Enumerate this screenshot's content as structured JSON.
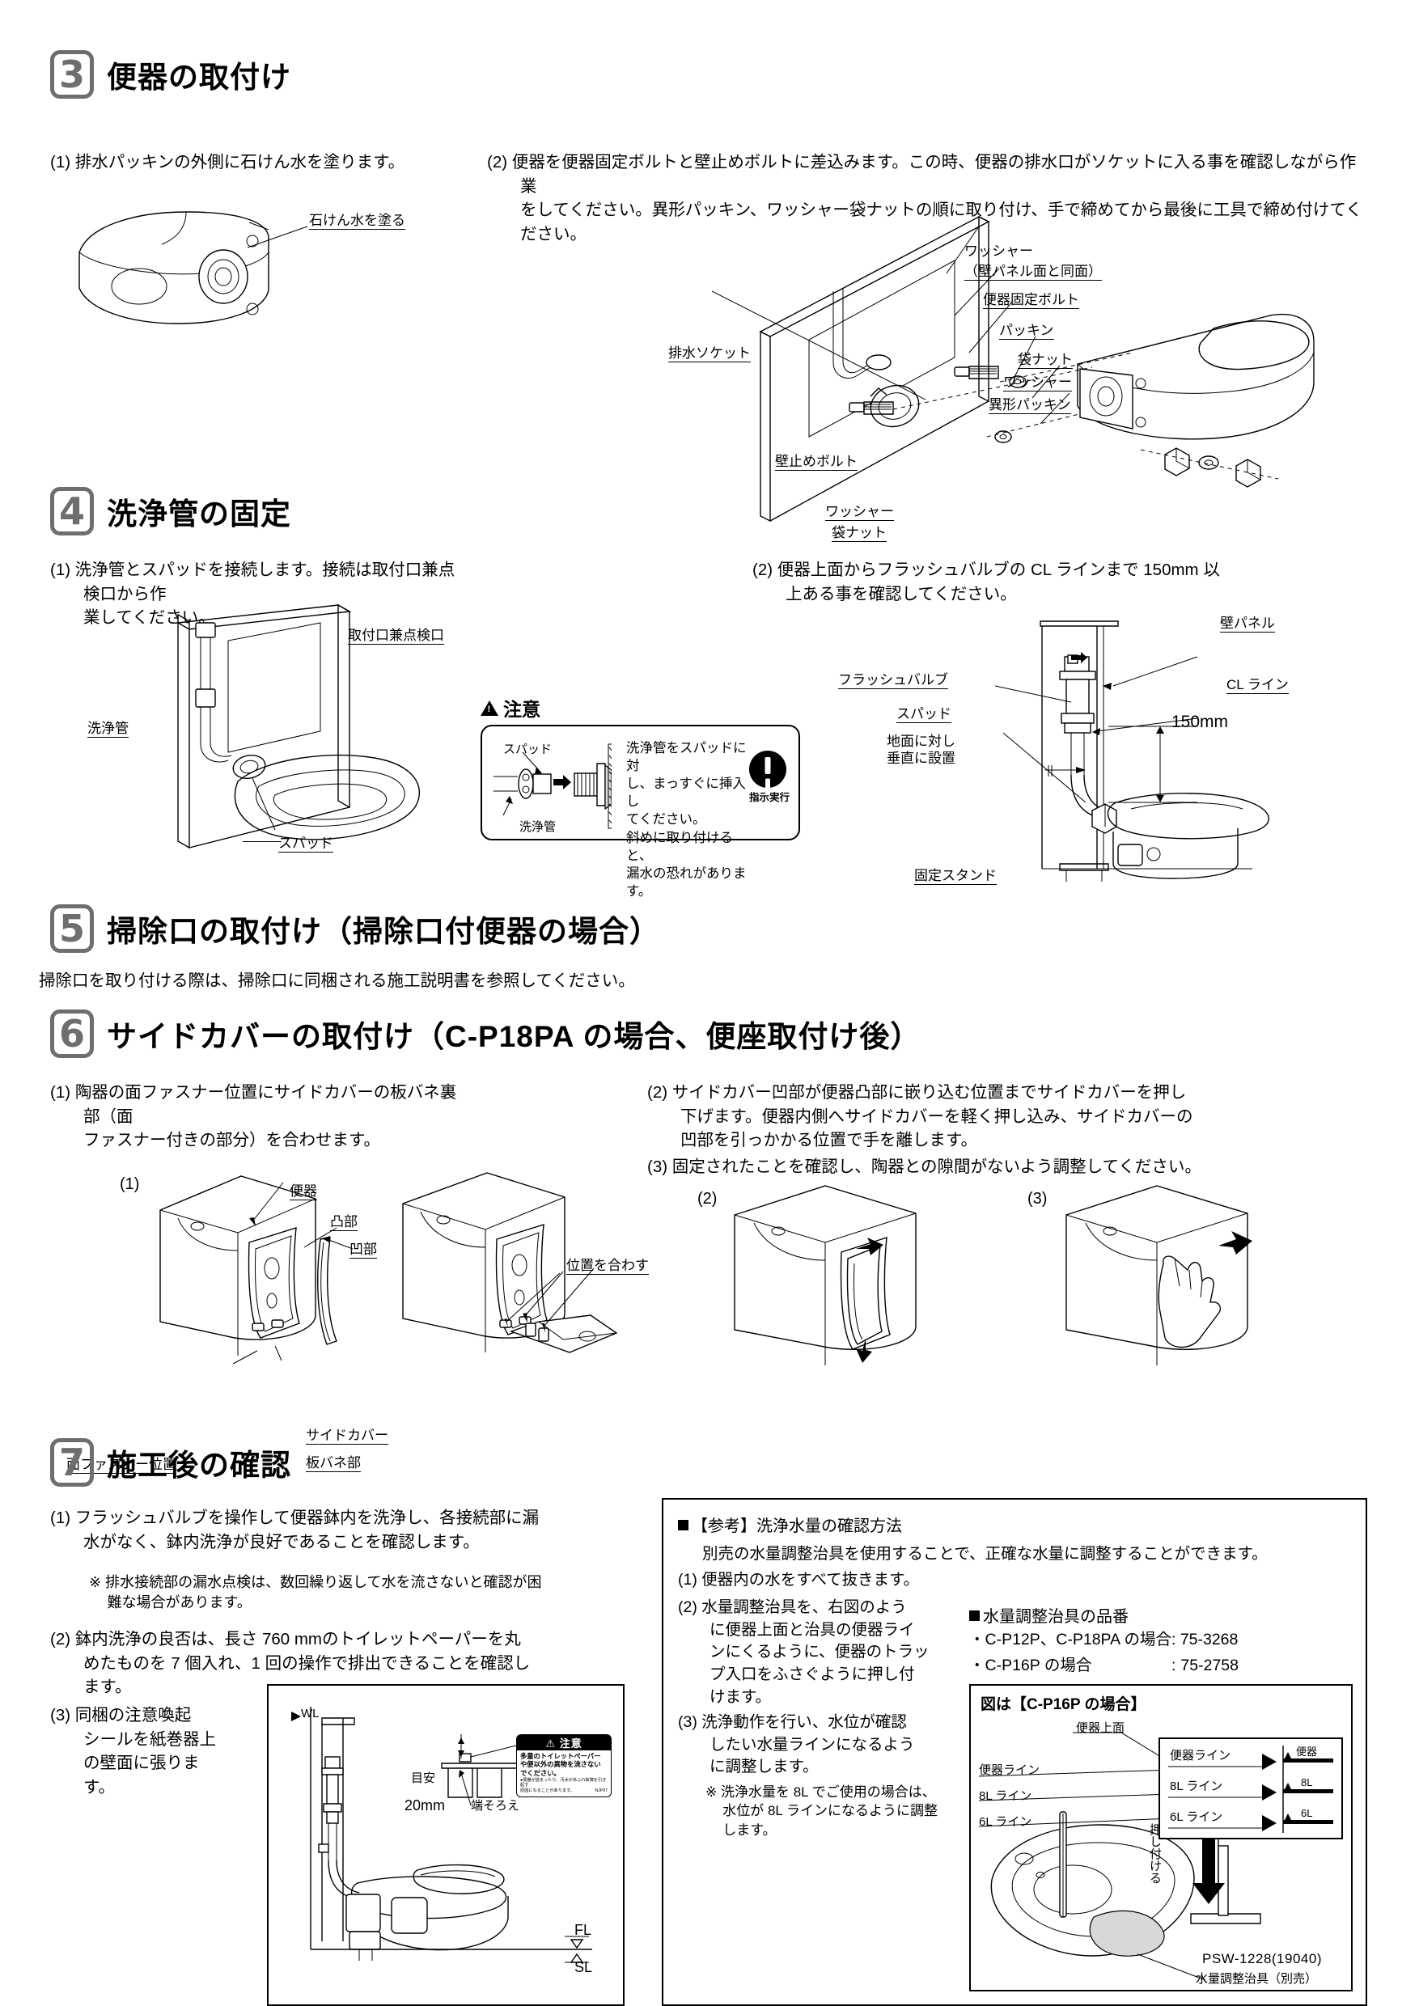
{
  "document": {
    "footer_code": "PSW-1228(19040)"
  },
  "sections": [
    {
      "number": "3",
      "title": "便器の取付け",
      "steps": [
        "(1) 排水パッキンの外側に石けん水を塗ります。",
        "(2) 便器を便器固定ボルトと壁止めボルトに差込みます。この時、便器の排水口がソケットに入る事を確認しながら作業をしてください。異形パッキン、ワッシャー袋ナットの順に取り付け、手で締めてから最後に工具で締め付けてください。"
      ],
      "step2_line1": "(2) 便器を便器固定ボルトと壁止めボルトに差込みます。この時、便器の排水口がソケットに入る事を確認しながら作業",
      "step2_line2": "をしてください。異形パッキン、ワッシャー袋ナットの順に取り付け、手で締めてから最後に工具で締め付けてください。",
      "labels": {
        "soap": "石けん水を塗る",
        "drain_socket": "排水ソケット",
        "wall_bolt": "壁止めボルト",
        "washer_lower": "ワッシャー",
        "cap_nut_lower": "袋ナット",
        "washer_top": "ワッシャー",
        "washer_top_sub": "（壁パネル面と同面）",
        "fixing_bolt": "便器固定ボルト",
        "packing": "パッキン",
        "cap_nut": "袋ナット",
        "washer": "ワッシャー",
        "shaped_packing": "異形パッキン"
      }
    },
    {
      "number": "4",
      "title": "洗浄管の固定",
      "step1_line1": "(1) 洗浄管とスパッドを接続します。接続は取付口兼点検口から作",
      "step1_line2": "業してください。",
      "step2_line1": "(2) 便器上面からフラッシュバルブの CL ラインまで 150mm 以",
      "step2_line2": "上ある事を確認してください。",
      "labels": {
        "inspection_port": "取付口兼点検口",
        "wash_pipe": "洗浄管",
        "spud": "スパッド",
        "wall_panel": "壁パネル",
        "flush_valve": "フラッシュバルブ",
        "spud2": "スパッド",
        "cl_line": "CL ライン",
        "vertical1": "地面に対し",
        "vertical2": "垂直に設置",
        "dim_150": "150mm",
        "fixed_stand": "固定スタンド"
      },
      "caution": {
        "title": "注意",
        "label_spud": "スパッド",
        "label_pipe": "洗浄管",
        "text_lines": [
          "洗浄管をスパッドに対",
          "し、まっすぐに挿入し",
          "てください。",
          "斜めに取り付けると、",
          "漏水の恐れがあります。"
        ],
        "pictogram_label": "指示実行"
      }
    },
    {
      "number": "5",
      "title": "掃除口の取付け（掃除口付便器の場合）",
      "body": "掃除口を取り付ける際は、掃除口に同梱される施工説明書を参照してください。"
    },
    {
      "number": "6",
      "title": "サイドカバーの取付け（C-P18PA の場合、便座取付け後）",
      "step1_line1": "(1) 陶器の面ファスナー位置にサイドカバーの板バネ裏部（面",
      "step1_line2": "ファスナー付きの部分）を合わせます。",
      "step2_line1": "(2) サイドカバー凹部が便器凸部に嵌り込む位置までサイドカバーを押し",
      "step2_line2": "下げます。便器内側へサイドカバーを軽く押し込み、サイドカバーの",
      "step2_line3": "凹部を引っかかる位置で手を離します。",
      "step3_line1": "(3) 固定されたことを確認し、陶器との隙間がないよう調整してください。",
      "labels": {
        "fig1": "(1)",
        "fig2": "(2)",
        "fig3": "(3)",
        "toilet": "便器",
        "convex": "凸部",
        "concave": "凹部",
        "align": "位置を合わす",
        "side_cover": "サイドカバー",
        "spring_plate": "板バネ部",
        "fastener_pos": "面ファスナー位置"
      }
    },
    {
      "number": "7",
      "title": "施工後の確認",
      "step1_line1": "(1) フラッシュバルブを操作して便器鉢内を洗浄し、各接続部に漏",
      "step1_line2": "水がなく、鉢内洗浄が良好であることを確認します。",
      "note1_line1": "※ 排水接続部の漏水点検は、数回繰り返して水を流さないと確認が困",
      "note1_line2": "難な場合があります。",
      "step2_line1": "(2) 鉢内洗浄の良否は、長さ 760 mmのトイレットペーパーを丸",
      "step2_line2": "めたものを 7 個入れ、1 回の操作で排出できることを確認し",
      "step2_line3": "ます。",
      "step3_line1": "(3) 同梱の注意喚起",
      "step3_line2": "シールを紙巻器上",
      "step3_line3": "の壁面に張りま",
      "step3_line4": "す。",
      "figure_labels": {
        "wl": "WL",
        "guide": "目安",
        "dim20": "20mm",
        "edge_align": "端そろえ",
        "fl": "FL",
        "sl": "SL"
      },
      "sticker": {
        "head": "注意",
        "line1": "多量のトイレットペーパー",
        "line2": "や便以外の異物を流さない",
        "line3": "でください。",
        "fine1": "●便器が詰まったり、汚水があふれ故障を引き起す",
        "fine2": "原因になることがあります。",
        "code": "NJP97"
      },
      "reference": {
        "heading": "【参考】洗浄水量の確認方法",
        "lead": "別売の水量調整治具を使用することで、正確な水量に調整することができます。",
        "step1": "(1) 便器内の水をすべて抜きます。",
        "step2_line1": "(2) 水量調整治具を、右図のよう",
        "step2_line2": "に便器上面と治具の便器ライ",
        "step2_line3": "ンにくるように、便器のトラッ",
        "step2_line4": "プ入口をふさぐように押し付",
        "step2_line5": "けます。",
        "step3_line1": "(3) 洗浄動作を行い、水位が確認",
        "step3_line2": "したい水量ラインになるよう",
        "step3_line3": "に調整します。",
        "note_line1": "※ 洗浄水量を 8L でご使用の場合は、",
        "note_line2": "水位が 8L ラインになるように調整",
        "note_line3": "します。",
        "parts_heading": "水量調整治具の品番",
        "parts": [
          {
            "model": "・C-P12P、C-P18PA の場合",
            "sep": ":",
            "code": "75-3268"
          },
          {
            "model": "・C-P16P の場合",
            "sep": ":",
            "code": "75-2758"
          }
        ],
        "figure_caption": "図は【C-P16P の場合】",
        "fig_labels": {
          "top_surface": "便器上面",
          "toilet_line": "便器ライン",
          "line_8l": "8L ライン",
          "line_6l": "6L ライン",
          "push": "押し付ける",
          "jig": "水量調整治具（別売）"
        },
        "legend": {
          "row1": "便器ライン",
          "row2": "8L ライン",
          "row3": "6L ライン",
          "tick1": "便器",
          "tick2": "8L",
          "tick3": "6L"
        }
      }
    }
  ]
}
